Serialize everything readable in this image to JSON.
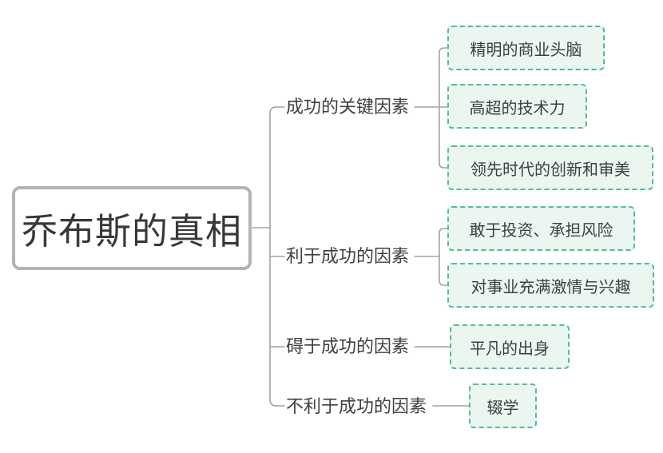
{
  "colors": {
    "background": "#ffffff",
    "connector": "#a3a3a3",
    "root_border": "#b4b4b4",
    "text": "#3f3f3f",
    "leaf_border": "#4fc08d",
    "leaf_fill": "#ebf6f0"
  },
  "map": {
    "root": {
      "label": "乔布斯的真相"
    },
    "branches": [
      {
        "label": "成功的关键因素",
        "children": [
          {
            "label": "精明的商业头脑"
          },
          {
            "label": "高超的技术力"
          },
          {
            "label": "领先时代的创新和审美"
          }
        ]
      },
      {
        "label": "利于成功的因素",
        "children": [
          {
            "label": "敢于投资、承担风险"
          },
          {
            "label": "对事业充满激情与兴趣"
          }
        ]
      },
      {
        "label": "碍于成功的因素",
        "children": [
          {
            "label": "平凡的出身"
          }
        ]
      },
      {
        "label": "不利于成功的因素",
        "children": [
          {
            "label": "辍学"
          }
        ]
      }
    ]
  }
}
